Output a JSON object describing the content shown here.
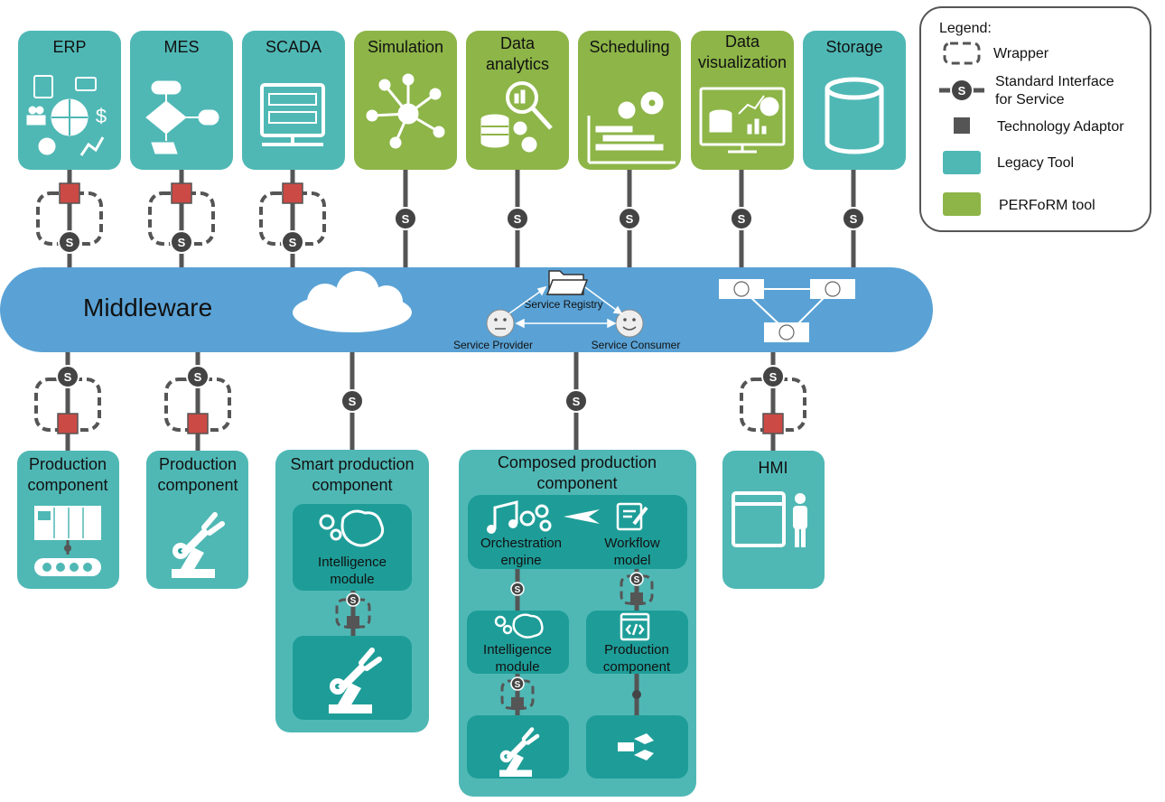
{
  "colors": {
    "legacy": "#4fb8b5",
    "perform": "#8db548",
    "middleware": "#5aa2d5",
    "inner_module": "#1e9d98",
    "adaptor": "#cc4a45",
    "connector": "#555555"
  },
  "legend": {
    "title": "Legend:",
    "items": [
      {
        "label": "Wrapper",
        "symbol": "dashed-rounded-box"
      },
      {
        "label": "Standard Interface",
        "label2": "for Service",
        "symbol": "s-connector"
      },
      {
        "label": "Technology Adaptor",
        "symbol": "dark-square"
      },
      {
        "label": "Legacy Tool",
        "symbol": "teal-box"
      },
      {
        "label": "PERFoRM tool",
        "symbol": "green-box"
      }
    ]
  },
  "top_tools": [
    {
      "label": "ERP",
      "type": "legacy",
      "icon": "erp-icon"
    },
    {
      "label": "MES",
      "type": "legacy",
      "icon": "flowchart-icon"
    },
    {
      "label": "SCADA",
      "type": "legacy",
      "icon": "scada-monitor-icon"
    },
    {
      "label": "Simulation",
      "type": "perform",
      "icon": "network-hub-icon"
    },
    {
      "label": "Data",
      "label2": "analytics",
      "type": "perform",
      "icon": "analytics-magnifier-icon"
    },
    {
      "label": "Scheduling",
      "type": "perform",
      "icon": "gears-gantt-icon"
    },
    {
      "label": "Data",
      "label2": "visualization",
      "type": "perform",
      "icon": "dashboard-monitor-icon"
    },
    {
      "label": "Storage",
      "type": "legacy",
      "icon": "database-cylinder-icon"
    }
  ],
  "middleware": {
    "title": "Middleware",
    "service_registry": "Service Registry",
    "service_provider": "Service Provider",
    "service_consumer": "Service Consumer"
  },
  "interface_symbol": "S",
  "bottom": {
    "production_component_1": {
      "label": "Production",
      "label2": "component",
      "icon": "plc-conveyor-icon"
    },
    "production_component_2": {
      "label": "Production",
      "label2": "component",
      "icon": "robot-arm-icon"
    },
    "smart": {
      "label": "Smart production",
      "label2": "component",
      "intelligence": {
        "label": "Intelligence",
        "label2": "module"
      }
    },
    "composed": {
      "label": "Composed production",
      "label2": "component",
      "orchestration": {
        "label": "Orchestration",
        "label2": "engine"
      },
      "workflow": {
        "label": "Workflow",
        "label2": "model"
      },
      "intelligence": {
        "label": "Intelligence",
        "label2": "module"
      },
      "production": {
        "label": "Production",
        "label2": "component"
      }
    },
    "hmi": {
      "label": "HMI",
      "icon": "hmi-window-person-icon"
    }
  }
}
